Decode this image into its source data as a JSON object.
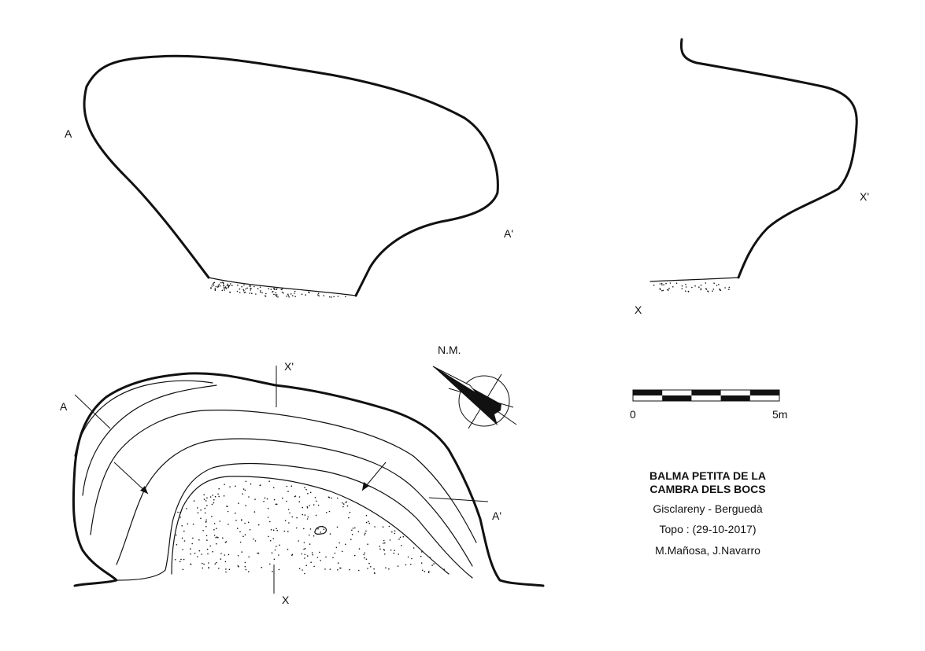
{
  "labels": {
    "section_a_left": "A",
    "section_a_right": "A'",
    "section_x_top": "X'",
    "section_x_bottom": "X",
    "plan_a_left": "A",
    "plan_a_right": "A'",
    "plan_x_top": "X'",
    "plan_x_bottom": "X"
  },
  "north": {
    "label": "N.M."
  },
  "scale": {
    "start_label": "0",
    "end_label": "5m",
    "segments": 5
  },
  "info": {
    "title_line1": "BALMA PETITA DE LA",
    "title_line2": "CAMBRA DELS BOCS",
    "location": "Gisclareny - Berguedà",
    "date": "Topo : (29-10-2017)",
    "authors": "M.Mañosa, J.Navarro"
  },
  "colors": {
    "ink": "#111111",
    "background": "#ffffff"
  }
}
